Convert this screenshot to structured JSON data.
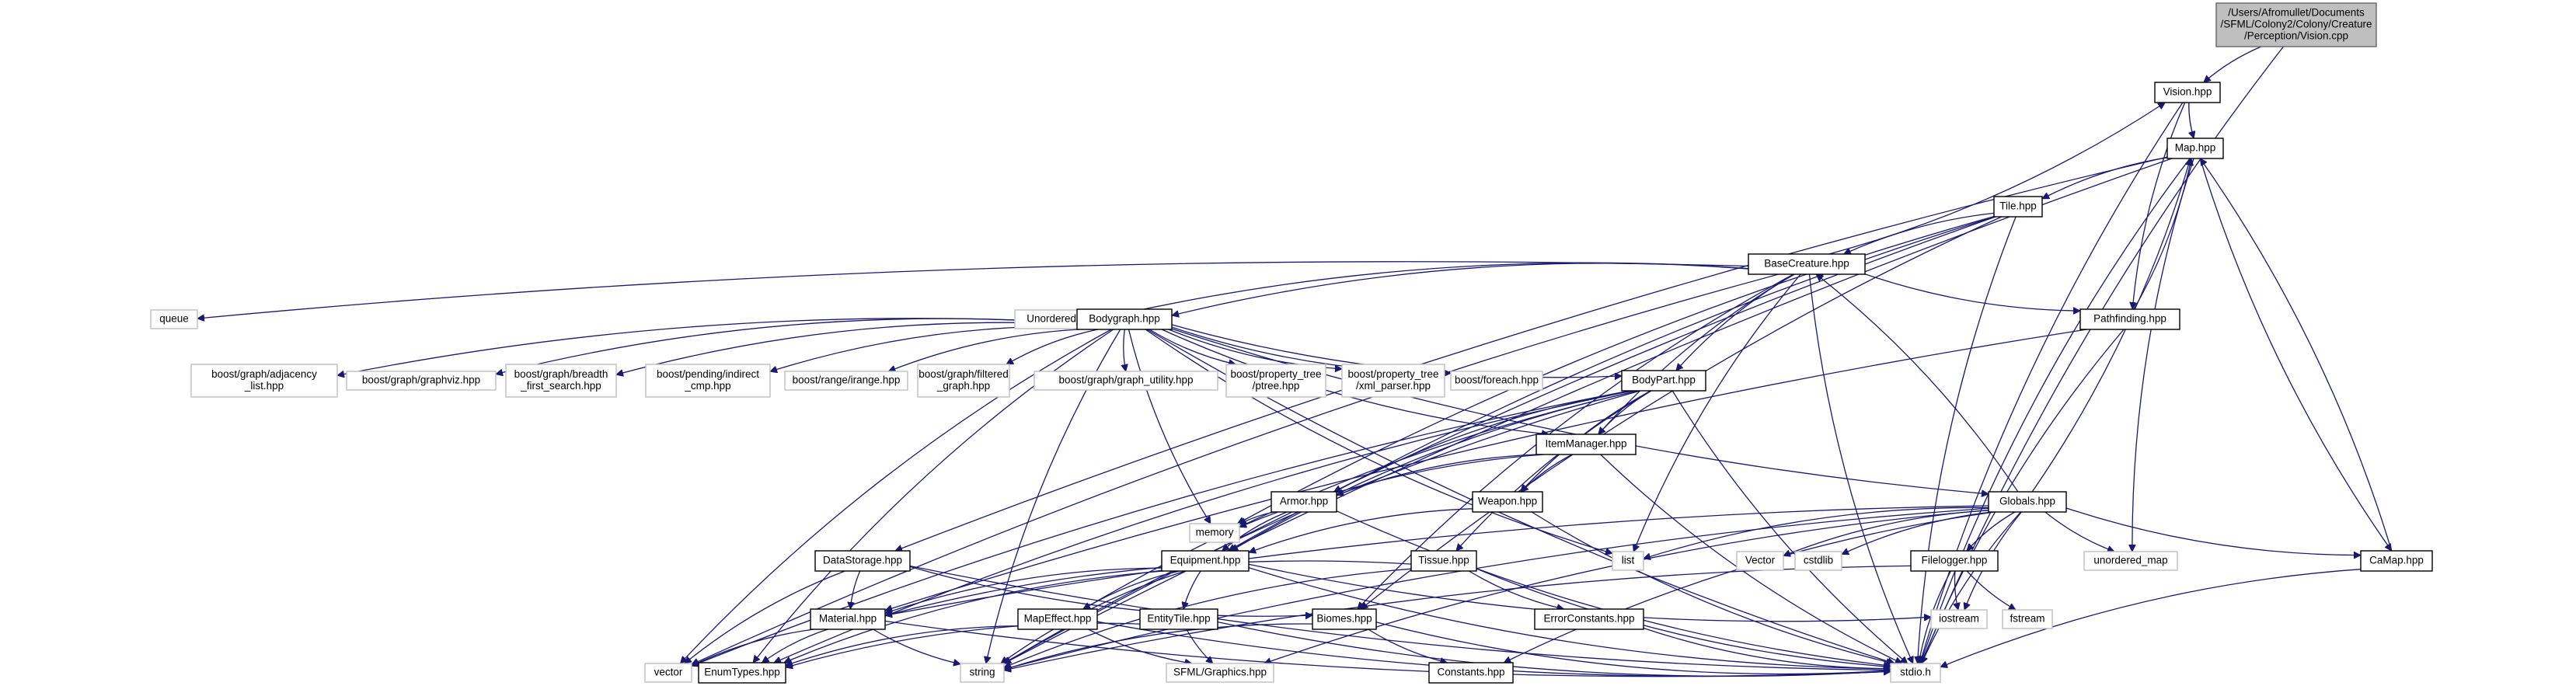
{
  "nodes": [
    {
      "id": "vision_cpp",
      "lines": [
        "/Users/Afromullet/Documents",
        "/SFML/Colony2/Colony/Creature",
        "/Perception/Vision.cpp"
      ],
      "kind": "root"
    },
    {
      "id": "vision_hpp",
      "lines": [
        "Vision.hpp"
      ],
      "kind": "doc"
    },
    {
      "id": "map_hpp",
      "lines": [
        "Map.hpp"
      ],
      "kind": "doc"
    },
    {
      "id": "tile_hpp",
      "lines": [
        "Tile.hpp"
      ],
      "kind": "doc"
    },
    {
      "id": "basecreature_hpp",
      "lines": [
        "BaseCreature.hpp"
      ],
      "kind": "doc"
    },
    {
      "id": "queue",
      "lines": [
        "queue"
      ],
      "kind": "ext"
    },
    {
      "id": "unordered_map_cap",
      "lines": [
        "Unordered_Map"
      ],
      "kind": "ext"
    },
    {
      "id": "bodygraph_hpp",
      "lines": [
        "Bodygraph.hpp"
      ],
      "kind": "doc"
    },
    {
      "id": "pathfinding_hpp",
      "lines": [
        "Pathfinding.hpp"
      ],
      "kind": "doc"
    },
    {
      "id": "bg_adj",
      "lines": [
        "boost/graph/adjacency",
        "_list.hpp"
      ],
      "kind": "ext"
    },
    {
      "id": "bg_viz",
      "lines": [
        "boost/graph/graphviz.hpp"
      ],
      "kind": "ext"
    },
    {
      "id": "bg_bfs",
      "lines": [
        "boost/graph/breadth",
        "_first_search.hpp"
      ],
      "kind": "ext"
    },
    {
      "id": "bp_ind",
      "lines": [
        "boost/pending/indirect",
        "_cmp.hpp"
      ],
      "kind": "ext"
    },
    {
      "id": "br_irange",
      "lines": [
        "boost/range/irange.hpp"
      ],
      "kind": "ext"
    },
    {
      "id": "bg_filt",
      "lines": [
        "boost/graph/filtered",
        "_graph.hpp"
      ],
      "kind": "ext"
    },
    {
      "id": "bg_util",
      "lines": [
        "boost/graph/graph_utility.hpp"
      ],
      "kind": "ext"
    },
    {
      "id": "bpt_ptree",
      "lines": [
        "boost/property_tree",
        "/ptree.hpp"
      ],
      "kind": "ext"
    },
    {
      "id": "bpt_xml",
      "lines": [
        "boost/property_tree",
        "/xml_parser.hpp"
      ],
      "kind": "ext"
    },
    {
      "id": "b_foreach",
      "lines": [
        "boost/foreach.hpp"
      ],
      "kind": "ext"
    },
    {
      "id": "bodypart_hpp",
      "lines": [
        "BodyPart.hpp"
      ],
      "kind": "doc"
    },
    {
      "id": "itemmanager_hpp",
      "lines": [
        "ItemManager.hpp"
      ],
      "kind": "doc"
    },
    {
      "id": "armor_hpp",
      "lines": [
        "Armor.hpp"
      ],
      "kind": "doc"
    },
    {
      "id": "weapon_hpp",
      "lines": [
        "Weapon.hpp"
      ],
      "kind": "doc"
    },
    {
      "id": "globals_hpp",
      "lines": [
        "Globals.hpp"
      ],
      "kind": "doc"
    },
    {
      "id": "memory",
      "lines": [
        "memory"
      ],
      "kind": "ext"
    },
    {
      "id": "datastorage_hpp",
      "lines": [
        "DataStorage.hpp"
      ],
      "kind": "doc"
    },
    {
      "id": "equipment_hpp",
      "lines": [
        "Equipment.hpp"
      ],
      "kind": "doc"
    },
    {
      "id": "tissue_hpp",
      "lines": [
        "Tissue.hpp"
      ],
      "kind": "doc"
    },
    {
      "id": "list",
      "lines": [
        "list"
      ],
      "kind": "ext"
    },
    {
      "id": "vector_cap",
      "lines": [
        "Vector"
      ],
      "kind": "ext"
    },
    {
      "id": "cstdlib",
      "lines": [
        "cstdlib"
      ],
      "kind": "ext"
    },
    {
      "id": "filelogger_hpp",
      "lines": [
        "Filelogger.hpp"
      ],
      "kind": "doc"
    },
    {
      "id": "unordered_map",
      "lines": [
        "unordered_map"
      ],
      "kind": "ext"
    },
    {
      "id": "camap_hpp",
      "lines": [
        "CaMap.hpp"
      ],
      "kind": "doc"
    },
    {
      "id": "material_hpp",
      "lines": [
        "Material.hpp"
      ],
      "kind": "doc"
    },
    {
      "id": "mapeffect_hpp",
      "lines": [
        "MapEffect.hpp"
      ],
      "kind": "doc"
    },
    {
      "id": "entitytile_hpp",
      "lines": [
        "EntityTile.hpp"
      ],
      "kind": "doc"
    },
    {
      "id": "biomes_hpp",
      "lines": [
        "Biomes.hpp"
      ],
      "kind": "doc"
    },
    {
      "id": "errorconstants_hpp",
      "lines": [
        "ErrorConstants.hpp"
      ],
      "kind": "doc"
    },
    {
      "id": "iostream",
      "lines": [
        "iostream"
      ],
      "kind": "ext"
    },
    {
      "id": "fstream",
      "lines": [
        "fstream"
      ],
      "kind": "ext"
    },
    {
      "id": "vector",
      "lines": [
        "vector"
      ],
      "kind": "ext"
    },
    {
      "id": "enumtypes_hpp",
      "lines": [
        "EnumTypes.hpp"
      ],
      "kind": "doc"
    },
    {
      "id": "string",
      "lines": [
        "string"
      ],
      "kind": "ext"
    },
    {
      "id": "sfml_graphics",
      "lines": [
        "SFML/Graphics.hpp"
      ],
      "kind": "ext"
    },
    {
      "id": "constants_hpp",
      "lines": [
        "Constants.hpp"
      ],
      "kind": "doc"
    },
    {
      "id": "stdio_h",
      "lines": [
        "stdio.h"
      ],
      "kind": "ext"
    }
  ],
  "edges": [
    [
      "vision_cpp",
      "vision_hpp"
    ],
    [
      "vision_cpp",
      "stdio_h"
    ],
    [
      "vision_hpp",
      "map_hpp"
    ],
    [
      "vision_hpp",
      "pathfinding_hpp"
    ],
    [
      "vision_hpp",
      "stdio_h"
    ],
    [
      "map_hpp",
      "tile_hpp"
    ],
    [
      "map_hpp",
      "datastorage_hpp"
    ],
    [
      "map_hpp",
      "string"
    ],
    [
      "map_hpp",
      "unordered_map"
    ],
    [
      "map_hpp",
      "stdio_h"
    ],
    [
      "map_hpp",
      "camap_hpp"
    ],
    [
      "tile_hpp",
      "basecreature_hpp"
    ],
    [
      "tile_hpp",
      "memory"
    ],
    [
      "tile_hpp",
      "equipment_hpp"
    ],
    [
      "tile_hpp",
      "biomes_hpp"
    ],
    [
      "tile_hpp",
      "stdio_h"
    ],
    [
      "tile_hpp",
      "string"
    ],
    [
      "basecreature_hpp",
      "vision_hpp"
    ],
    [
      "basecreature_hpp",
      "queue"
    ],
    [
      "basecreature_hpp",
      "unordered_map_cap"
    ],
    [
      "basecreature_hpp",
      "bodygraph_hpp"
    ],
    [
      "basecreature_hpp",
      "pathfinding_hpp"
    ],
    [
      "basecreature_hpp",
      "bodypart_hpp"
    ],
    [
      "basecreature_hpp",
      "itemmanager_hpp"
    ],
    [
      "basecreature_hpp",
      "list"
    ],
    [
      "basecreature_hpp",
      "vector"
    ],
    [
      "basecreature_hpp",
      "stdio_h"
    ],
    [
      "basecreature_hpp",
      "biomes_hpp"
    ],
    [
      "bodygraph_hpp",
      "bg_adj"
    ],
    [
      "bodygraph_hpp",
      "bg_viz"
    ],
    [
      "bodygraph_hpp",
      "bg_bfs"
    ],
    [
      "bodygraph_hpp",
      "bp_ind"
    ],
    [
      "bodygraph_hpp",
      "br_irange"
    ],
    [
      "bodygraph_hpp",
      "bg_filt"
    ],
    [
      "bodygraph_hpp",
      "bg_util"
    ],
    [
      "bodygraph_hpp",
      "bpt_ptree"
    ],
    [
      "bodygraph_hpp",
      "bpt_xml"
    ],
    [
      "bodygraph_hpp",
      "b_foreach"
    ],
    [
      "bodygraph_hpp",
      "bodypart_hpp"
    ],
    [
      "bodygraph_hpp",
      "itemmanager_hpp"
    ],
    [
      "bodygraph_hpp",
      "globals_hpp"
    ],
    [
      "bodygraph_hpp",
      "list"
    ],
    [
      "bodygraph_hpp",
      "memory"
    ],
    [
      "bodygraph_hpp",
      "vector"
    ],
    [
      "bodygraph_hpp",
      "enumtypes_hpp"
    ],
    [
      "bodygraph_hpp",
      "string"
    ],
    [
      "bodygraph_hpp",
      "stdio_h"
    ],
    [
      "pathfinding_hpp",
      "map_hpp"
    ],
    [
      "pathfinding_hpp",
      "material_hpp"
    ],
    [
      "pathfinding_hpp",
      "stdio_h"
    ],
    [
      "bodypart_hpp",
      "itemmanager_hpp"
    ],
    [
      "bodypart_hpp",
      "armor_hpp"
    ],
    [
      "bodypart_hpp",
      "weapon_hpp"
    ],
    [
      "bodypart_hpp",
      "tissue_hpp"
    ],
    [
      "bodypart_hpp",
      "equipment_hpp"
    ],
    [
      "bodypart_hpp",
      "mapeffect_hpp"
    ],
    [
      "bodypart_hpp",
      "enumtypes_hpp"
    ],
    [
      "bodypart_hpp",
      "vector"
    ],
    [
      "bodypart_hpp",
      "stdio_h"
    ],
    [
      "bodypart_hpp",
      "string"
    ],
    [
      "itemmanager_hpp",
      "armor_hpp"
    ],
    [
      "itemmanager_hpp",
      "weapon_hpp"
    ],
    [
      "itemmanager_hpp",
      "memory"
    ],
    [
      "itemmanager_hpp",
      "stdio_h"
    ],
    [
      "armor_hpp",
      "equipment_hpp"
    ],
    [
      "armor_hpp",
      "memory"
    ],
    [
      "armor_hpp",
      "stdio_h"
    ],
    [
      "weapon_hpp",
      "equipment_hpp"
    ],
    [
      "weapon_hpp",
      "stdio_h"
    ],
    [
      "globals_hpp",
      "basecreature_hpp"
    ],
    [
      "globals_hpp",
      "map_hpp"
    ],
    [
      "globals_hpp",
      "list"
    ],
    [
      "globals_hpp",
      "vector_cap"
    ],
    [
      "globals_hpp",
      "cstdlib"
    ],
    [
      "globals_hpp",
      "filelogger_hpp"
    ],
    [
      "globals_hpp",
      "unordered_map"
    ],
    [
      "globals_hpp",
      "camap_hpp"
    ],
    [
      "globals_hpp",
      "iostream"
    ],
    [
      "globals_hpp",
      "string"
    ],
    [
      "globals_hpp",
      "sfml_graphics"
    ],
    [
      "globals_hpp",
      "constants_hpp"
    ],
    [
      "globals_hpp",
      "stdio_h"
    ],
    [
      "globals_hpp",
      "material_hpp"
    ],
    [
      "datastorage_hpp",
      "material_hpp"
    ],
    [
      "datastorage_hpp",
      "vector"
    ],
    [
      "datastorage_hpp",
      "biomes_hpp"
    ],
    [
      "datastorage_hpp",
      "stdio_h"
    ],
    [
      "equipment_hpp",
      "material_hpp"
    ],
    [
      "equipment_hpp",
      "mapeffect_hpp"
    ],
    [
      "equipment_hpp",
      "entitytile_hpp"
    ],
    [
      "equipment_hpp",
      "string"
    ],
    [
      "equipment_hpp",
      "enumtypes_hpp"
    ],
    [
      "equipment_hpp",
      "iostream"
    ],
    [
      "equipment_hpp",
      "stdio_h"
    ],
    [
      "tissue_hpp",
      "material_hpp"
    ],
    [
      "tissue_hpp",
      "errorconstants_hpp"
    ],
    [
      "tissue_hpp",
      "string"
    ],
    [
      "tissue_hpp",
      "stdio_h"
    ],
    [
      "filelogger_hpp",
      "iostream"
    ],
    [
      "filelogger_hpp",
      "fstream"
    ],
    [
      "filelogger_hpp",
      "string"
    ],
    [
      "filelogger_hpp",
      "stdio_h"
    ],
    [
      "camap_hpp",
      "map_hpp"
    ],
    [
      "camap_hpp",
      "stdio_h"
    ],
    [
      "material_hpp",
      "vector"
    ],
    [
      "material_hpp",
      "string"
    ],
    [
      "material_hpp",
      "enumtypes_hpp"
    ],
    [
      "material_hpp",
      "stdio_h"
    ],
    [
      "mapeffect_hpp",
      "enumtypes_hpp"
    ],
    [
      "mapeffect_hpp",
      "sfml_graphics"
    ],
    [
      "mapeffect_hpp",
      "stdio_h"
    ],
    [
      "entitytile_hpp",
      "sfml_graphics"
    ],
    [
      "entitytile_hpp",
      "enumtypes_hpp"
    ],
    [
      "entitytile_hpp",
      "stdio_h"
    ],
    [
      "biomes_hpp",
      "string"
    ],
    [
      "biomes_hpp",
      "constants_hpp"
    ],
    [
      "biomes_hpp",
      "stdio_h"
    ],
    [
      "errorconstants_hpp",
      "stdio_h"
    ]
  ]
}
